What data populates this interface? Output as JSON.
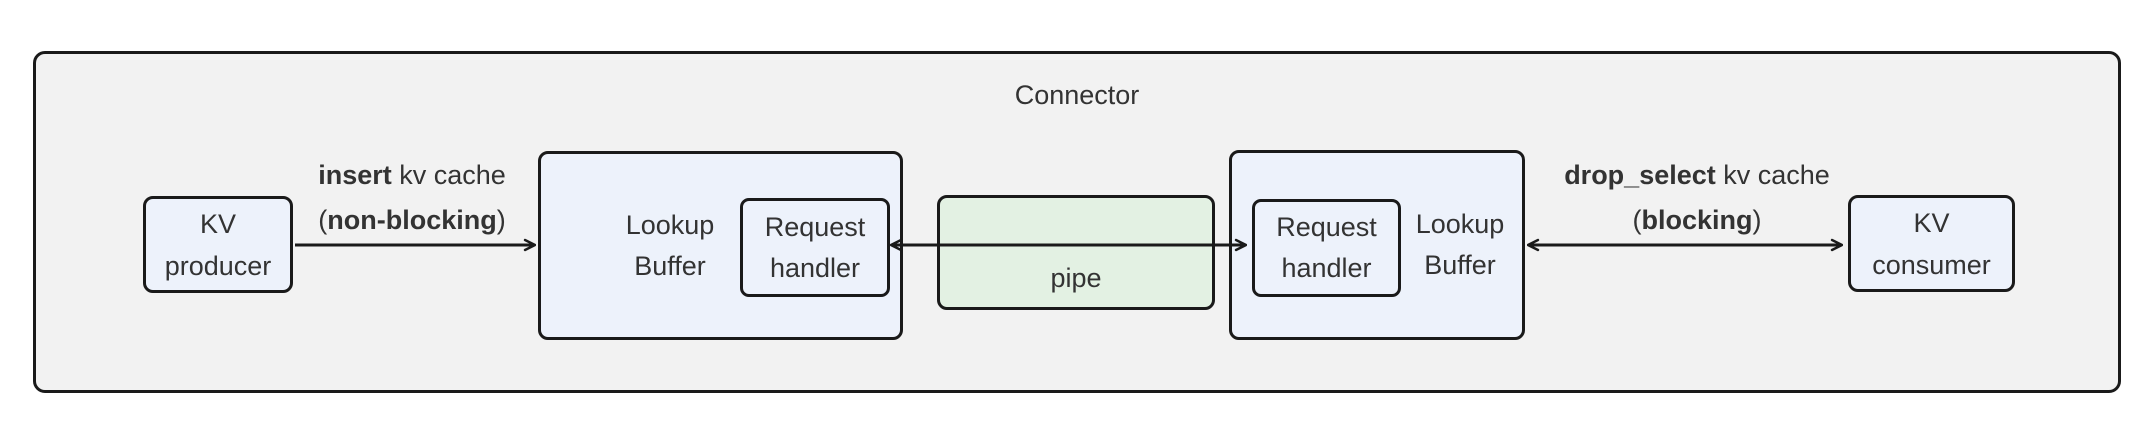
{
  "diagram": {
    "container_label": "Connector",
    "nodes": {
      "kv_producer": {
        "line1": "KV",
        "line2": "producer"
      },
      "lookup_buffer_left": {
        "line1": "Lookup",
        "line2": "Buffer"
      },
      "request_handler_left": {
        "line1": "Request",
        "line2": "handler"
      },
      "pipe": {
        "label": "pipe"
      },
      "request_handler_right": {
        "line1": "Request",
        "line2": "handler"
      },
      "lookup_buffer_right": {
        "line1": "Lookup",
        "line2": "Buffer"
      },
      "kv_consumer": {
        "line1": "KV",
        "line2": "consumer"
      }
    },
    "edges": {
      "insert": {
        "line1_bold": "insert",
        "line1_rest": " kv cache",
        "line2_open": "(",
        "line2_bold": "non-blocking",
        "line2_close": ")"
      },
      "drop_select": {
        "line1_bold": "drop_select",
        "line1_rest": " kv cache",
        "line2_open": "(",
        "line2_bold": "blocking",
        "line2_close": ")"
      }
    },
    "colors": {
      "container_fill": "#f2f2f2",
      "node_fill": "#edf2fb",
      "pipe_fill": "#e3f1e3",
      "border": "#1a1a1a",
      "text": "#333333"
    }
  }
}
